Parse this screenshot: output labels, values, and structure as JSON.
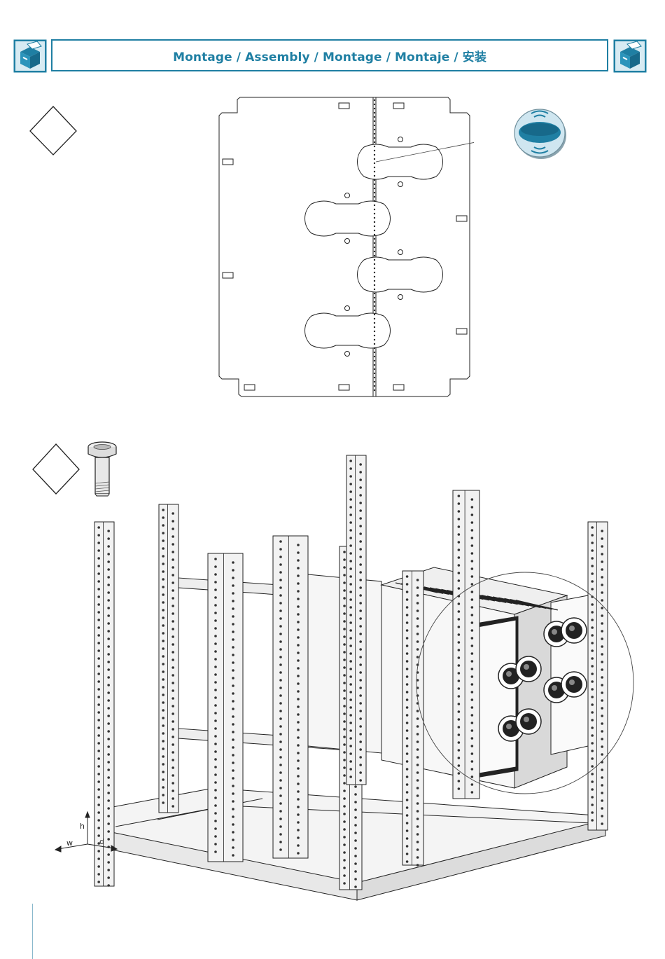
{
  "header": {
    "title": "Montage / Assembly / Montage / Montaje / 安装",
    "left_icon": "assembly-box-icon",
    "right_icon": "assembly-box-icon"
  },
  "steps": [
    {
      "name": "step-1-diamond",
      "figure": "partition-plate-with-cutouts"
    },
    {
      "name": "step-2-diamond",
      "figure": "cabinet-frame-with-busbar-system"
    }
  ],
  "rack": {
    "axis_labels": {
      "h": "h",
      "w": "w",
      "d": "d"
    }
  },
  "colors": {
    "accent": "#1f7fa3",
    "accent_light": "#cfe6f0",
    "line": "#222222"
  }
}
